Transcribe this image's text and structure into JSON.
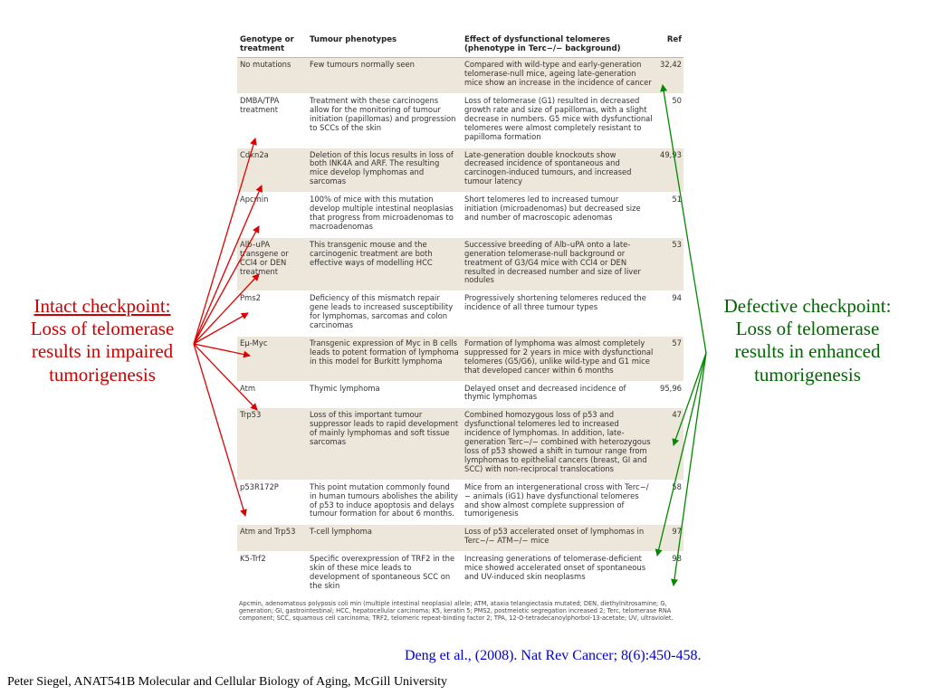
{
  "table": {
    "headers": [
      "Genotype or treatment",
      "Tumour phenotypes",
      "Effect of dysfunctional telomeres (phenotype in Terc−/− background)",
      "Ref"
    ],
    "rows": [
      [
        "No mutations",
        "Few tumours normally seen",
        "Compared with wild-type and early-generation telomerase-null mice, ageing late-generation mice show an increase in the incidence of cancer",
        "32,42"
      ],
      [
        "DMBA/TPA treatment",
        "Treatment with these carcinogens allow for the monitoring of tumour initiation (papillomas) and progression to SCCs of the skin",
        "Loss of telomerase (G1) resulted in decreased growth rate and size of papillomas, with a slight decrease in numbers. G5 mice with dysfunctional telomeres were almost completely resistant to papilloma formation",
        "50"
      ],
      [
        "Cdkn2a",
        "Deletion of this locus results in loss of both INK4A and ARF. The resulting mice develop lymphomas and sarcomas",
        "Late-generation double knockouts show decreased incidence of spontaneous and carcinogen-induced tumours, and increased tumour latency",
        "49,93"
      ],
      [
        "Apcmin",
        "100% of mice with this mutation develop multiple intestinal neoplasias that progress from microadenomas to macroadenomas",
        "Short telomeres led to increased tumour initiation (microadenomas) but decreased size and number of macroscopic adenomas",
        "51"
      ],
      [
        "Alb–uPA transgene or CCl4 or DEN treatment",
        "This transgenic mouse and the carcinogenic treatment are both effective ways of modelling HCC",
        "Successive breeding of Alb–uPA onto a late-generation telomerase-null background or treatment of G3/G4 mice with CCl4 or DEN resulted in decreased number and size of liver nodules",
        "53"
      ],
      [
        "Pms2",
        "Deficiency of this mismatch repair gene leads to increased susceptibility for lymphomas, sarcomas and colon carcinomas",
        "Progressively shortening telomeres reduced the incidence of all three tumour types",
        "94"
      ],
      [
        "Eμ-Myc",
        "Transgenic expression of Myc in B cells leads to potent formation of lymphoma in this model for Burkitt lymphoma",
        "Formation of lymphoma was almost completely suppressed for 2 years in mice with dysfunctional telomeres (G5/G6), unlike wild-type and G1 mice that developed cancer within 6 months",
        "57"
      ],
      [
        "Atm",
        "Thymic lymphoma",
        "Delayed onset and decreased incidence of thymic lymphomas",
        "95,96"
      ],
      [
        "Trp53",
        "Loss of this important tumour suppressor leads to rapid development of mainly lymphomas and soft tissue sarcomas",
        "Combined homozygous loss of p53 and dysfunctional telomeres led to increased incidence of lymphomas. In addition, late-generation Terc−/− combined with heterozygous loss of p53 showed a shift in tumour range from lymphomas to epithelial cancers (breast, GI and SCC) with non-reciprocal translocations",
        "47"
      ],
      [
        "p53R172P",
        "This point mutation commonly found in human tumours abolishes the ability of p53 to induce apoptosis and delays tumour formation for about 6 months.",
        "Mice from an intergenerational cross with Terc−/− animals (iG1) have dysfunctional telomeres and show almost complete suppression of tumorigenesis",
        "58"
      ],
      [
        "Atm and Trp53",
        "T-cell lymphoma",
        "Loss of p53 accelerated onset of lymphomas in Terc−/− ATM−/− mice",
        "97"
      ],
      [
        "K5-Trf2",
        "Specific overexpression of TRF2 in the skin of these mice leads to development of spontaneous SCC on the skin",
        "Increasing generations of telomerase-deficient mice showed accelerated onset of spontaneous and UV-induced skin neoplasms",
        "98"
      ]
    ],
    "footnote": "Apcmin, adenomatous polyposis coli min (multiple intestinal neoplasia) allele; ATM, ataxia telangiectasia mutated; DEN, diethylnitrosamine; G, generation; GI, gastrointestinal; HCC, hepatocellular carcinoma; K5, keratin 5; PMS2, postmeiotic segregation increased 2; Terc, telomerase RNA component; SCC, squamous cell carcinoma; TRF2, telomeric repeat-binding factor 2; TPA, 12-O-tetradecanoylphorbol-13-acetate; UV, ultraviolet."
  },
  "left_label": {
    "heading": "Intact checkpoint:",
    "lines": [
      "Loss of telomerase",
      "results in impaired",
      "tumorigenesis"
    ],
    "color": "#cc0000"
  },
  "right_label": {
    "heading": "Defective checkpoint:",
    "lines": [
      "Loss of telomerase",
      "results in enhanced",
      "tumorigenesis"
    ],
    "color": "#006600"
  },
  "citation": "Deng et al., (2008). Nat Rev Cancer; 8(6):450-458.",
  "credit": "Peter Siegel, ANAT541B Molecular and Cellular Biology of Aging, McGill University"
}
